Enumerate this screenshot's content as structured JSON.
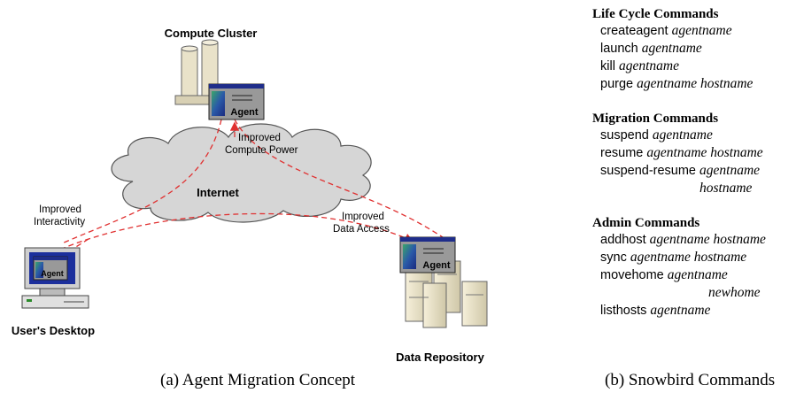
{
  "left_panel": {
    "nodes": {
      "compute_cluster": "Compute Cluster",
      "internet": "Internet",
      "users_desktop": "User's Desktop",
      "data_repository": "Data Repository"
    },
    "agent_label": "Agent",
    "annotations": {
      "compute_1": "Improved",
      "compute_2": "Compute Power",
      "interactivity_1": "Improved",
      "interactivity_2": "Interactivity",
      "data_1": "Improved",
      "data_2": "Data Access"
    },
    "caption": "(a) Agent Migration Concept"
  },
  "right_panel": {
    "groups": [
      {
        "title": "Life Cycle Commands",
        "commands": [
          {
            "name": "createagent",
            "args": "agentname"
          },
          {
            "name": "launch",
            "args": "agentname"
          },
          {
            "name": "kill",
            "args": "agentname"
          },
          {
            "name": "purge",
            "args": "agentname hostname"
          }
        ]
      },
      {
        "title": "Migration Commands",
        "commands": [
          {
            "name": "suspend",
            "args": "agentname"
          },
          {
            "name": "resume",
            "args": "agentname hostname"
          },
          {
            "name": "suspend-resume",
            "args": "agentname",
            "cont": "hostname"
          }
        ]
      },
      {
        "title": "Admin Commands",
        "commands": [
          {
            "name": "addhost",
            "args": "agentname hostname"
          },
          {
            "name": "sync",
            "args": "agentname hostname"
          },
          {
            "name": "movehome",
            "args": "agentname",
            "cont": "newhome"
          },
          {
            "name": "listhosts",
            "args": "agentname"
          }
        ]
      }
    ],
    "caption": "(b) Snowbird Commands"
  },
  "colors": {
    "dashed_line": "#e03030",
    "cloud_fill": "#d6d6d6",
    "window_title": "#1f2d8a",
    "server_body": "#e9e2c9"
  }
}
